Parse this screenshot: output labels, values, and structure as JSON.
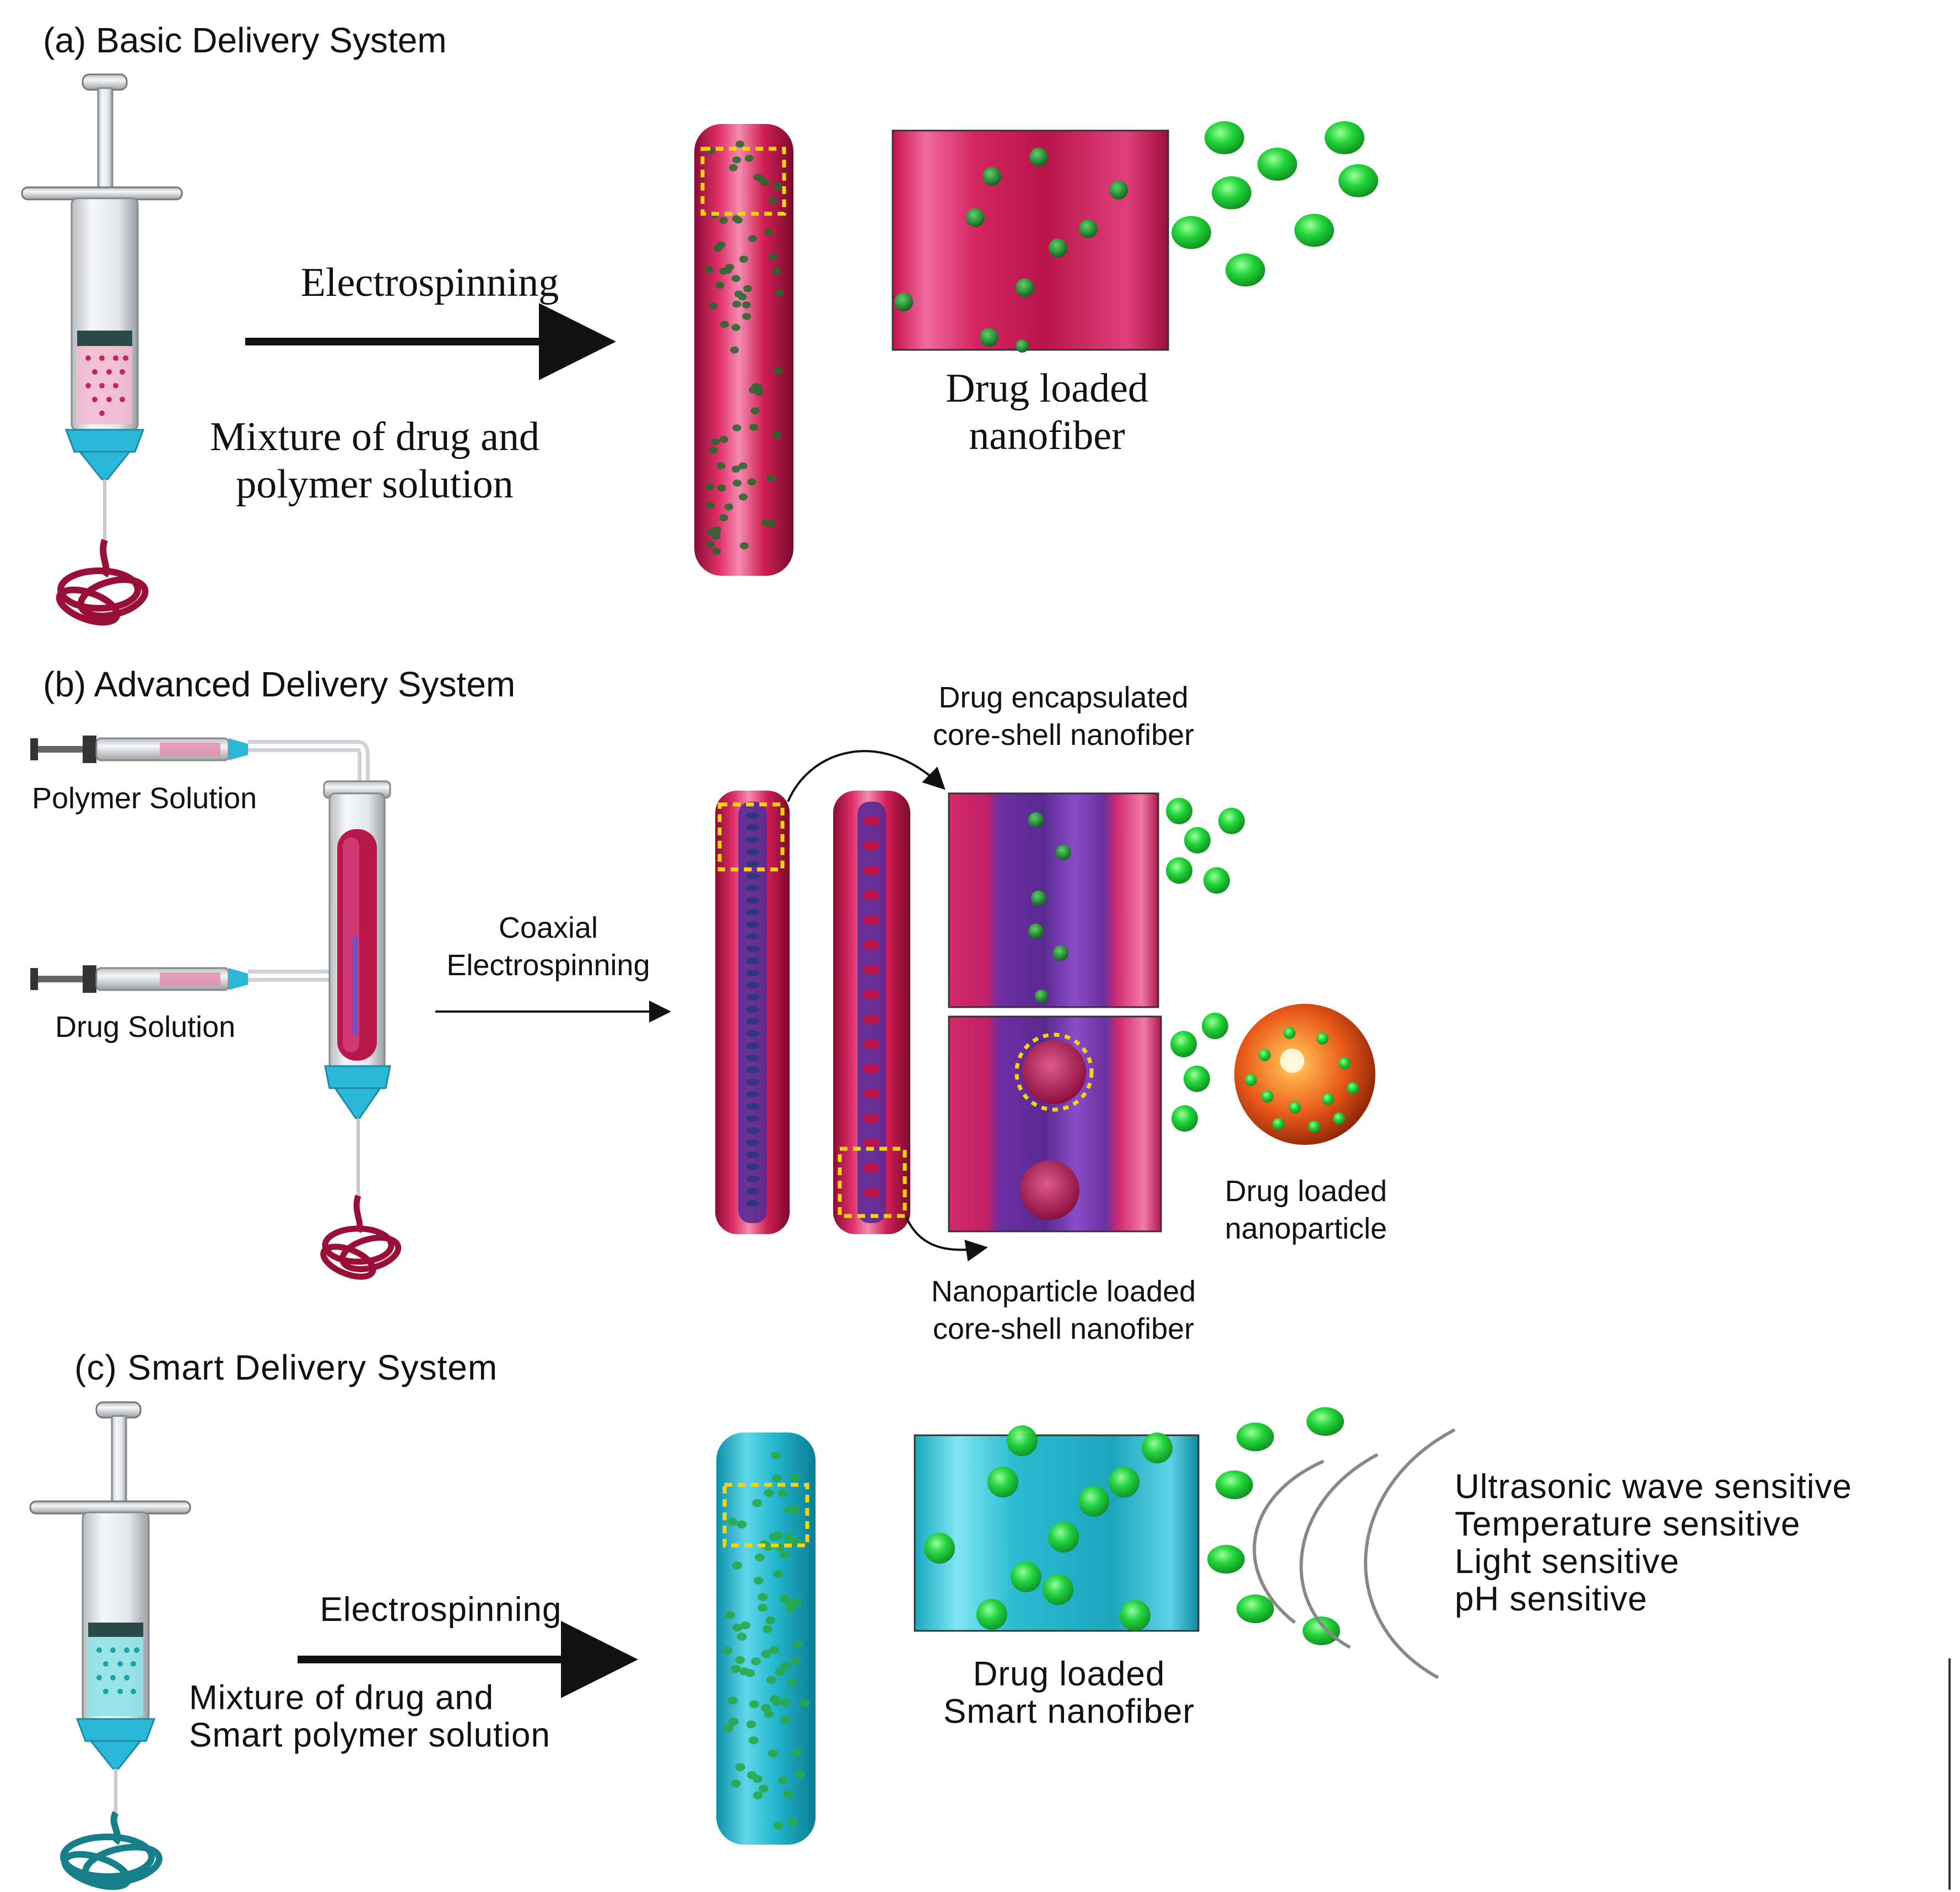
{
  "panels": {
    "a": {
      "heading": "(a)  Basic Delivery System",
      "process": "Electrospinning",
      "input_line1": "Mixture of drug and",
      "input_line2": "polymer solution",
      "output_line1": "Drug loaded",
      "output_line2": "nanofiber"
    },
    "b": {
      "heading": "(b)  Advanced Delivery System",
      "polymer_label": "Polymer Solution",
      "drug_label": "Drug Solution",
      "process_line1": "Coaxial",
      "process_line2": "Electrospinning",
      "coreshell_line1": "Drug encapsulated",
      "coreshell_line2": "core-shell nanofiber",
      "np_fiber_line1": "Nanoparticle loaded",
      "np_fiber_line2": "core-shell nanofiber",
      "np_line1": "Drug loaded",
      "np_line2": "nanoparticle"
    },
    "c": {
      "heading": "(c)  Smart Delivery System",
      "process": "Electrospinning",
      "input_line1": "Mixture of drug and",
      "input_line2": "Smart polymer solution",
      "output_line1": "Drug loaded",
      "output_line2": "Smart nanofiber",
      "stimuli": [
        "Ultrasonic wave sensitive",
        "Temperature sensitive",
        "Light sensitive",
        "pH sensitive"
      ]
    }
  },
  "colors": {
    "fiber_pink": "#d4245a",
    "fiber_core_purple": "#6a3aa0",
    "fiber_cyan": "#2ab8cc",
    "drug_green": "#22d43a",
    "highlight_yellow": "#f5d50a",
    "nanoparticle_orange": "#e8581a"
  }
}
